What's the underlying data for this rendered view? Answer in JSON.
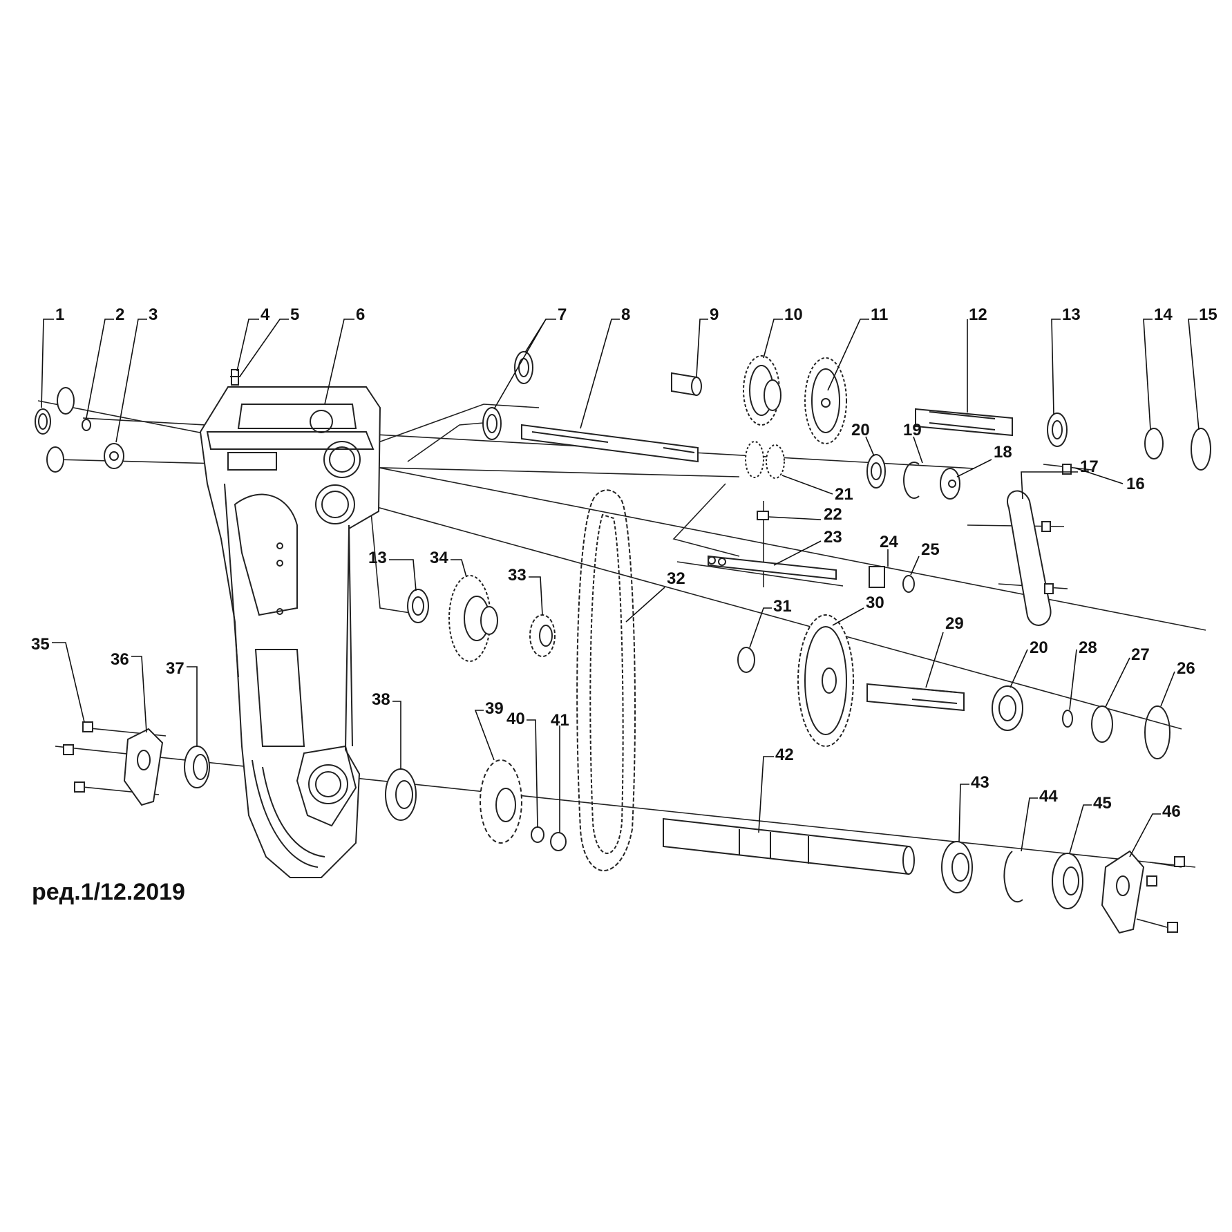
{
  "revision": "ред.1/12.2019",
  "colors": {
    "ink": "#222222",
    "background": "#ffffff"
  },
  "parts": [
    {
      "id": "1",
      "label": "1"
    },
    {
      "id": "2",
      "label": "2"
    },
    {
      "id": "3",
      "label": "3"
    },
    {
      "id": "4",
      "label": "4"
    },
    {
      "id": "5",
      "label": "5"
    },
    {
      "id": "6",
      "label": "6"
    },
    {
      "id": "7",
      "label": "7"
    },
    {
      "id": "8",
      "label": "8"
    },
    {
      "id": "9",
      "label": "9"
    },
    {
      "id": "10",
      "label": "10"
    },
    {
      "id": "11",
      "label": "11"
    },
    {
      "id": "12",
      "label": "12"
    },
    {
      "id": "13a",
      "label": "13"
    },
    {
      "id": "14",
      "label": "14"
    },
    {
      "id": "15",
      "label": "15"
    },
    {
      "id": "16",
      "label": "16"
    },
    {
      "id": "17",
      "label": "17"
    },
    {
      "id": "18",
      "label": "18"
    },
    {
      "id": "19",
      "label": "19"
    },
    {
      "id": "20a",
      "label": "20"
    },
    {
      "id": "21",
      "label": "21"
    },
    {
      "id": "22",
      "label": "22"
    },
    {
      "id": "23",
      "label": "23"
    },
    {
      "id": "24",
      "label": "24"
    },
    {
      "id": "25",
      "label": "25"
    },
    {
      "id": "13b",
      "label": "13"
    },
    {
      "id": "34",
      "label": "34"
    },
    {
      "id": "33",
      "label": "33"
    },
    {
      "id": "32",
      "label": "32"
    },
    {
      "id": "31",
      "label": "31"
    },
    {
      "id": "30",
      "label": "30"
    },
    {
      "id": "29",
      "label": "29"
    },
    {
      "id": "20b",
      "label": "20"
    },
    {
      "id": "28",
      "label": "28"
    },
    {
      "id": "27",
      "label": "27"
    },
    {
      "id": "26",
      "label": "26"
    },
    {
      "id": "35",
      "label": "35"
    },
    {
      "id": "36",
      "label": "36"
    },
    {
      "id": "37",
      "label": "37"
    },
    {
      "id": "38",
      "label": "38"
    },
    {
      "id": "39",
      "label": "39"
    },
    {
      "id": "40",
      "label": "40"
    },
    {
      "id": "41",
      "label": "41"
    },
    {
      "id": "42",
      "label": "42"
    },
    {
      "id": "43",
      "label": "43"
    },
    {
      "id": "44",
      "label": "44"
    },
    {
      "id": "45",
      "label": "45"
    },
    {
      "id": "46",
      "label": "46"
    }
  ]
}
